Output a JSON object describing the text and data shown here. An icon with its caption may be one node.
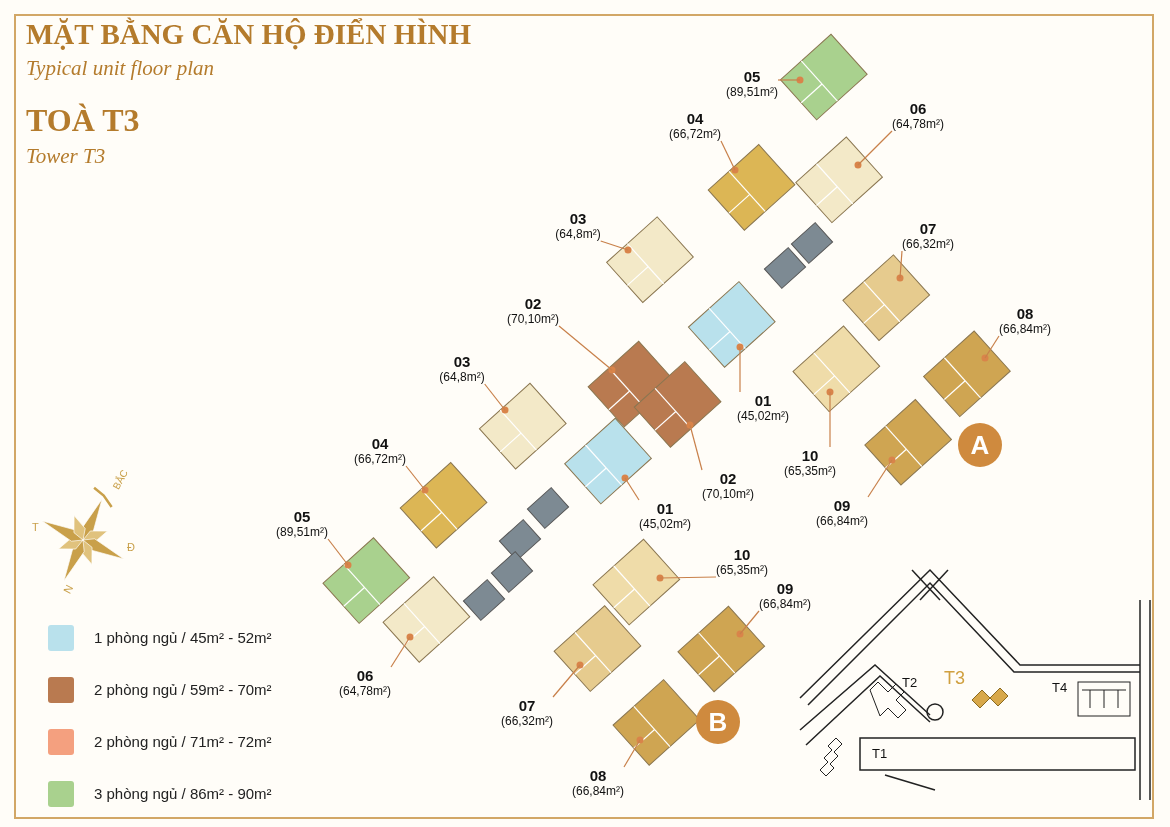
{
  "diagram": {
    "title": "MẶT BẰNG CĂN HỘ ĐIỂN HÌNH",
    "nodes": [
      {
        "text": [
          "05",
          "(89,51m²)"
        ]
      },
      {
        "text": [
          "04",
          "(66,72m²)"
        ]
      },
      {
        "text": [
          "06",
          "(64,78m²)"
        ]
      },
      {
        "text": [
          "03",
          "(64,8m²)"
        ]
      },
      {
        "text": [
          "07",
          "(66,32m²)"
        ]
      },
      {
        "text": [
          "02",
          "(70,10m²)"
        ]
      },
      {
        "text": [
          "08",
          "(66,84m²)"
        ]
      },
      {
        "text": [
          "03",
          "(64,8m²)"
        ]
      },
      {
        "text": [
          "01",
          "(45,02m²)"
        ]
      },
      {
        "text": [
          "04",
          "(66,72m²)"
        ]
      },
      {
        "text": [
          "10",
          "(65,35m²)"
        ]
      },
      {
        "text": [
          "02",
          "(70,10m²)"
        ]
      },
      {
        "text": [
          "09",
          "(66,84m²)"
        ]
      },
      {
        "text": [
          "01",
          "(45,02m²)"
        ]
      },
      {
        "text": [
          "05",
          "(89,51m²)"
        ]
      },
      {
        "text": [
          "10",
          "(65,35m²)"
        ]
      },
      {
        "text": [
          "09",
          "(66,84m²)"
        ]
      },
      {
        "text": [
          "06",
          "(64,78m²)"
        ]
      },
      {
        "text": [
          "07",
          "(66,32m²)"
        ]
      },
      {
        "text": [
          "08",
          "(66,84m²)"
        ]
      },
      {
        "text": [
          "A"
        ]
      },
      {
        "text": [
          "B"
        ]
      }
    ],
    "edges": [
      {
        "from": 0,
        "to": null,
        "arrow": "none"
      },
      {
        "from": 1,
        "to": null,
        "arrow": "none"
      },
      {
        "from": 2,
        "to": null,
        "arrow": "none"
      },
      {
        "from": 3,
        "to": null,
        "arrow": "none"
      },
      {
        "from": 4,
        "to": null,
        "arrow": "none"
      },
      {
        "from": 5,
        "to": null,
        "arrow": "none"
      },
      {
        "from": 6,
        "to": null,
        "arrow": "none"
      },
      {
        "from": 7,
        "to": null,
        "arrow": "none"
      },
      {
        "from": 8,
        "to": null,
        "arrow": "none"
      },
      {
        "from": 9,
        "to": null,
        "arrow": "none"
      },
      {
        "from": 10,
        "to": null,
        "arrow": "none"
      },
      {
        "from": 11,
        "to": null,
        "arrow": "none"
      },
      {
        "from": 12,
        "to": null,
        "arrow": "none"
      },
      {
        "from": 13,
        "to": null,
        "arrow": "none"
      },
      {
        "from": 14,
        "to": null,
        "arrow": "none"
      },
      {
        "from": 15,
        "to": null,
        "arrow": "none"
      },
      {
        "from": 16,
        "to": null,
        "arrow": "none"
      },
      {
        "from": 17,
        "to": null,
        "arrow": "none"
      },
      {
        "from": 18,
        "to": null,
        "arrow": "none"
      },
      {
        "from": 19,
        "to": null,
        "arrow": "none"
      }
    ],
    "labels": [
      "Typical unit floor plan",
      "TOÀ T3",
      "Tower T3",
      "BẮC",
      "T",
      "Đ",
      "N",
      "T2",
      "T3",
      "T4",
      "T1"
    ],
    "legend": [
      {
        "text": "1 phòng ngủ / 45m² - 52m²",
        "color": "#b9e1ec"
      },
      {
        "text": "2 phòng ngủ / 59m² - 70m²",
        "color": "#b97a50"
      },
      {
        "text": "2 phòng ngủ / 71m² - 72m²",
        "color": "#f4a07f"
      },
      {
        "text": "3 phòng ngủ / 86m² - 90m²",
        "color": "#a9d18e"
      }
    ]
  }
}
